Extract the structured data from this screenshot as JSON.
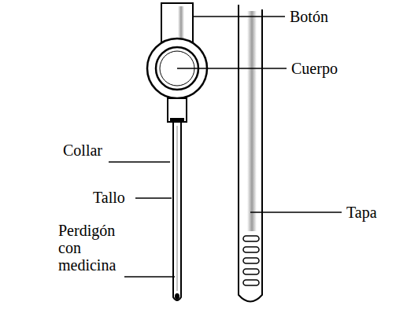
{
  "diagram": {
    "labels": [
      "Botón",
      "Cuerpo",
      "Collar",
      "Tallo",
      "Perdigón con medicina",
      "Tapa"
    ]
  }
}
